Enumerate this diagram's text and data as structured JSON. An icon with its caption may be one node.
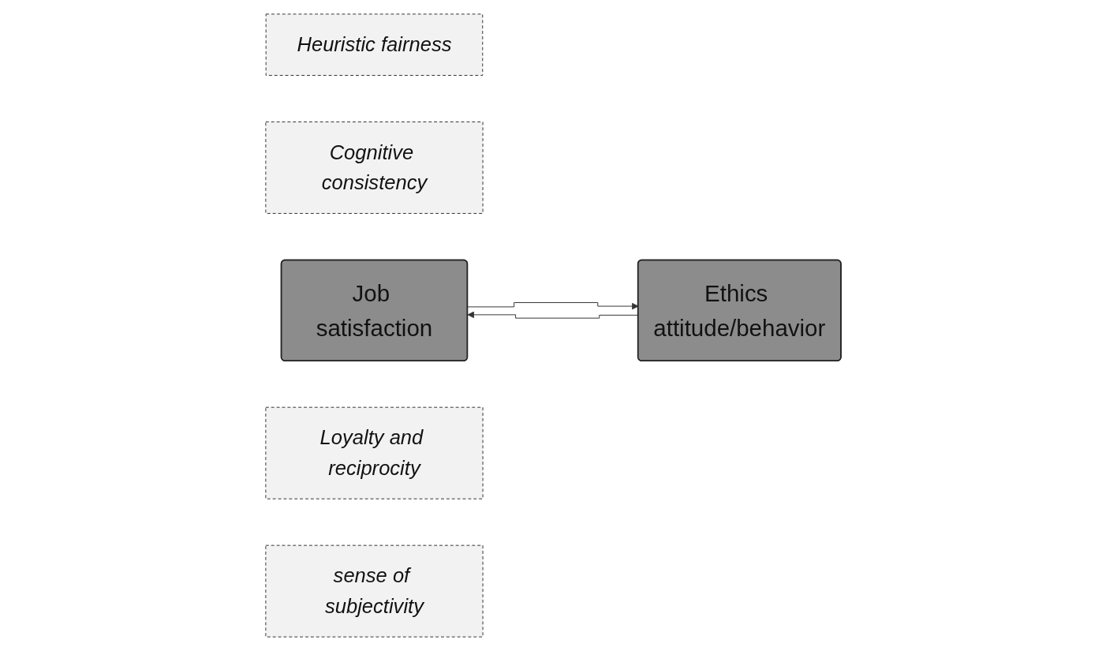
{
  "diagram": {
    "nodes": [
      {
        "text": [
          "Heuristic fairness"
        ]
      },
      {
        "text": [
          "Cognitive consistency"
        ]
      },
      {
        "text": [
          "Job satisfaction"
        ]
      },
      {
        "text": [
          "Ethics attitude/behavior"
        ]
      },
      {
        "text": [
          "Loyalty and reciprocity"
        ]
      },
      {
        "text": [
          "sense of subjectivity"
        ]
      }
    ],
    "edges": [
      {
        "from": 3,
        "to": 2,
        "arrow": "to"
      },
      {
        "from": 2,
        "to": 3,
        "arrow": "to"
      }
    ]
  }
}
